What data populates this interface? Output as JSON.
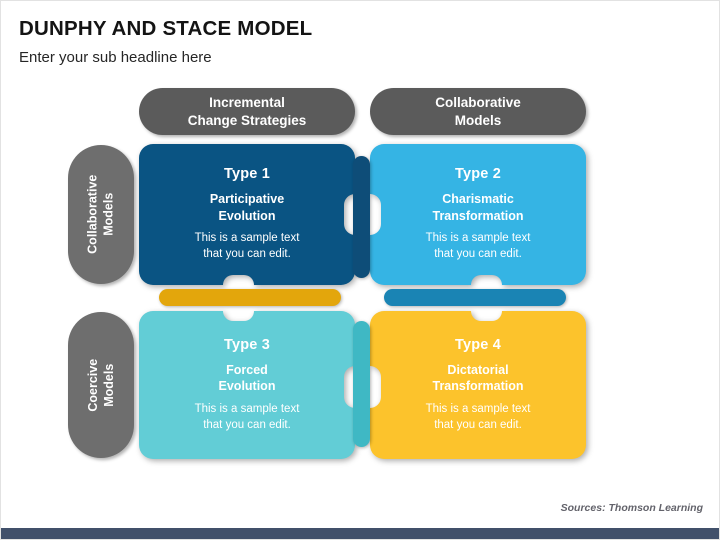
{
  "slide": {
    "title": "DUNPHY AND STACE MODEL",
    "subtitle": "Enter your sub headline here",
    "source": "Sources: Thomson Learning"
  },
  "matrix": {
    "column_headers": [
      "Incremental\nChange Strategies",
      "Collaborative\nModels"
    ],
    "row_labels": [
      "Collaborative\nModels",
      "Coercive\nModels"
    ],
    "cards": [
      {
        "type": "Type 1",
        "name": "Participative\nEvolution",
        "description": "This is a sample text\nthat you can edit.",
        "color": "#0a5483"
      },
      {
        "type": "Type 2",
        "name": "Charismatic\nTransformation",
        "description": "This is a sample text\nthat you can edit.",
        "color": "#35b4e4"
      },
      {
        "type": "Type 3",
        "name": "Forced\nEvolution",
        "description": "This is a sample text\nthat you can edit.",
        "color": "#62cdd6"
      },
      {
        "type": "Type 4",
        "name": "Dictatorial\nTransformation",
        "description": "This is a sample text\nthat you can edit.",
        "color": "#fcc32c"
      }
    ],
    "connectors": {
      "horizontal": [
        {
          "color": "#e3a60c"
        },
        {
          "color": "#1a84b4"
        }
      ],
      "vertical": [
        {
          "color": "#0e4d78"
        },
        {
          "color": "#3fb8c4"
        }
      ]
    }
  },
  "theme": {
    "header_pill": "#5b5b5b",
    "row_pill": "#6e6e6e",
    "bottom_bar": "#41506a",
    "background": "#ffffff",
    "title_color": "#141414",
    "source_color": "#63636b"
  }
}
